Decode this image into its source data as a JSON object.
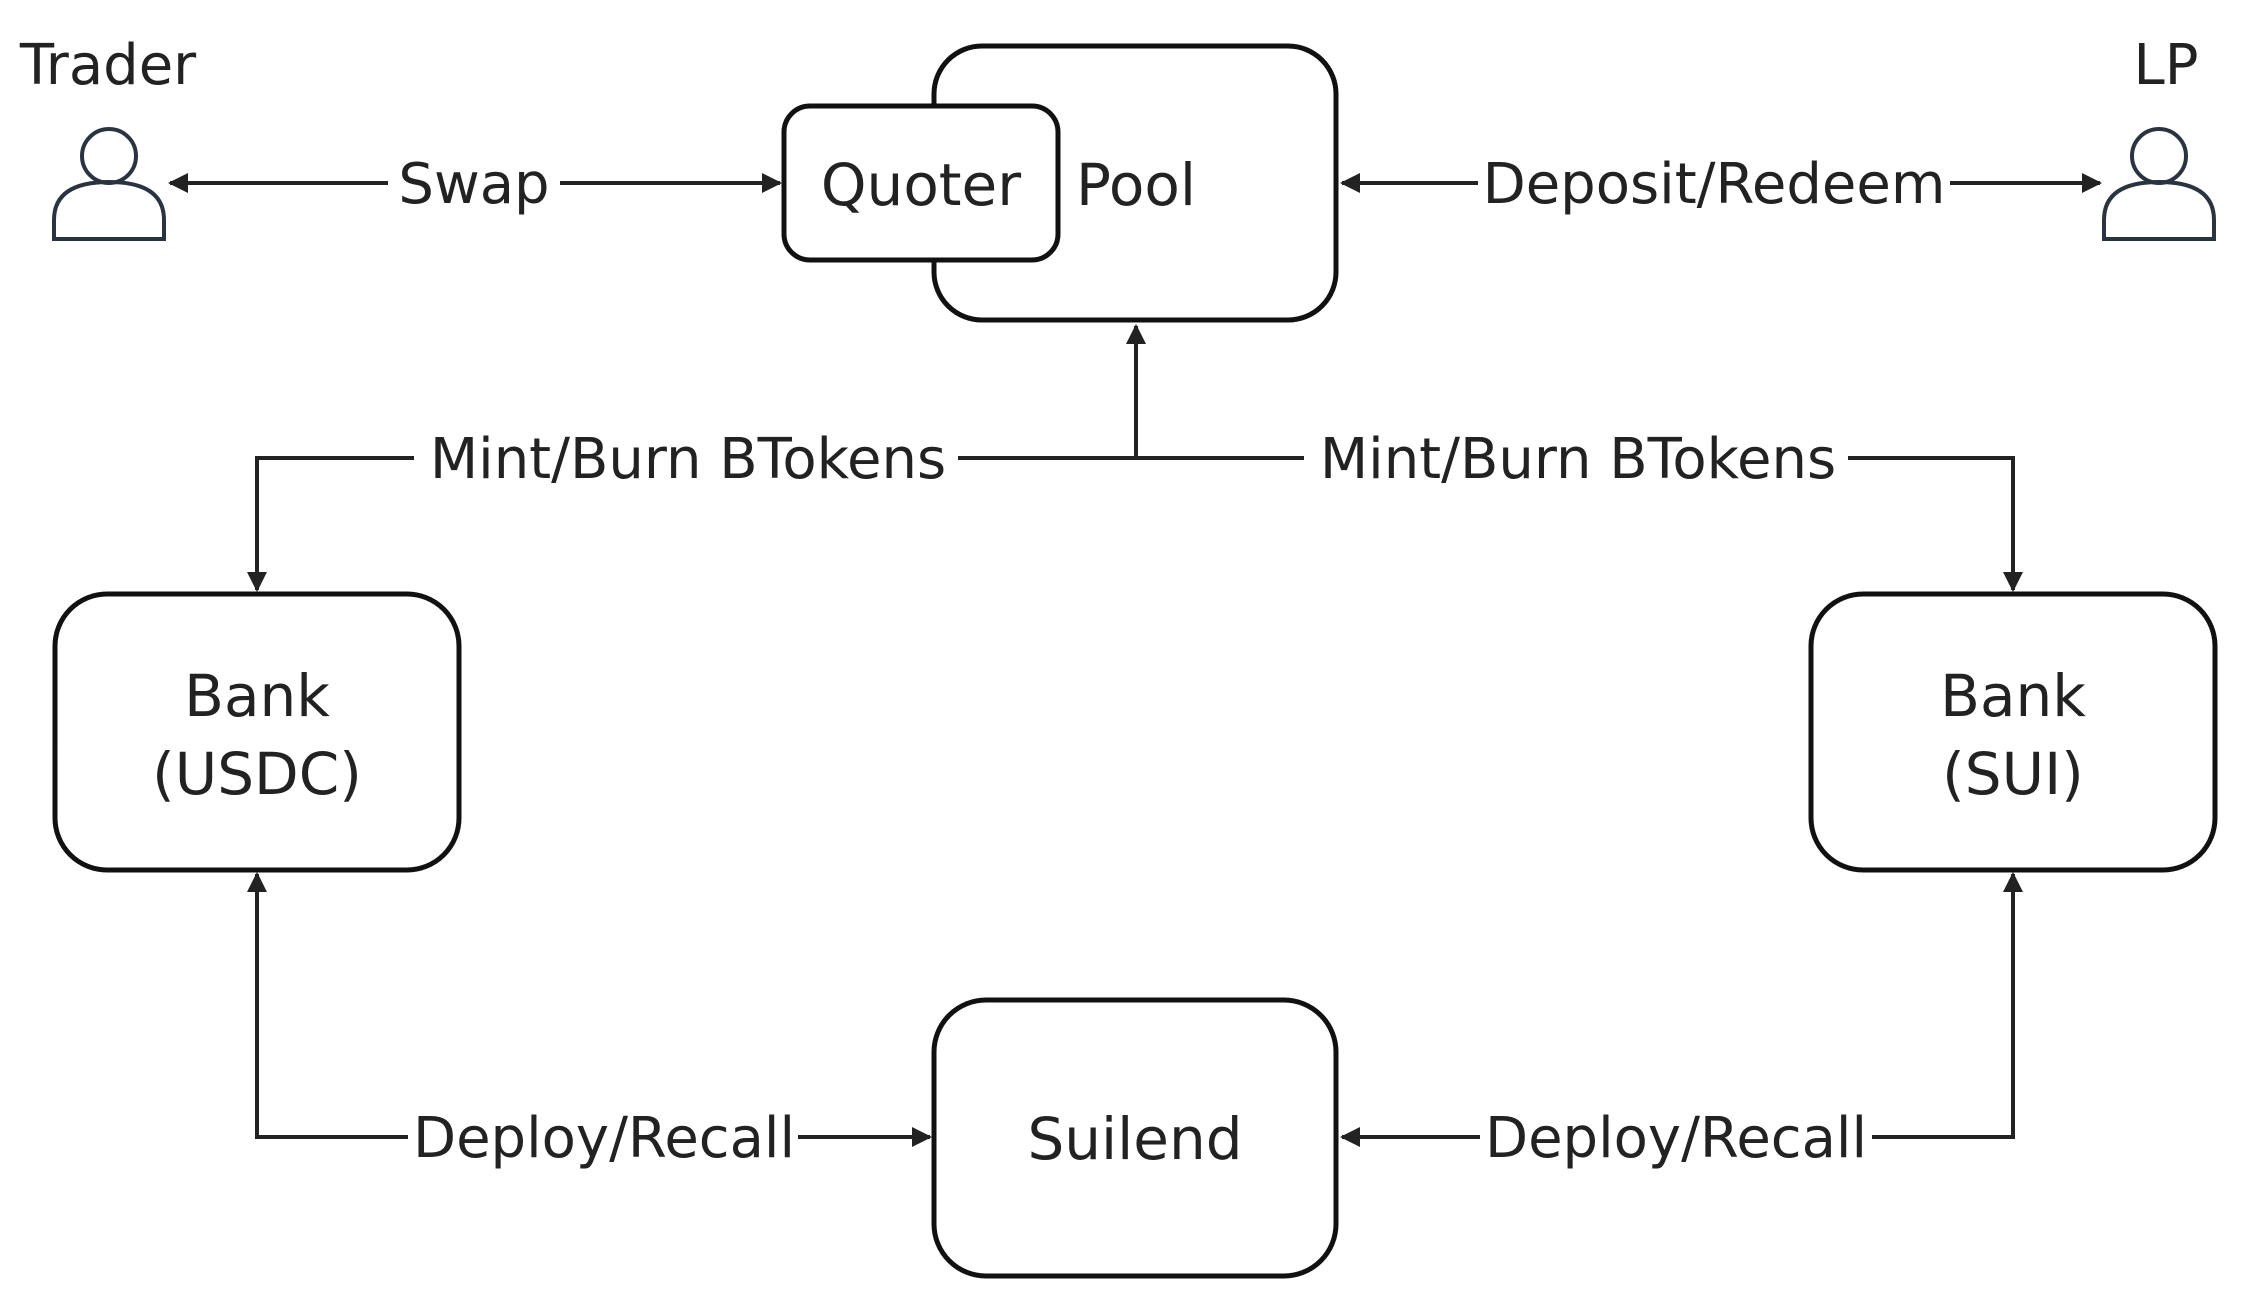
{
  "actors": {
    "trader": {
      "label": "Trader",
      "icon": "person-icon"
    },
    "lp": {
      "label": "LP",
      "icon": "person-icon"
    }
  },
  "nodes": {
    "pool": {
      "label": "Pool"
    },
    "quoter": {
      "label": "Quoter"
    },
    "bank_usdc": {
      "line1": "Bank",
      "line2": "(USDC)"
    },
    "bank_sui": {
      "line1": "Bank",
      "line2": "(SUI)"
    },
    "suilend": {
      "label": "Suilend"
    }
  },
  "edges": {
    "swap": {
      "label": "Swap",
      "from": "Trader",
      "to": "Quoter",
      "direction": "bidirectional"
    },
    "deposit_redeem": {
      "label": "Deposit/Redeem",
      "from": "Pool",
      "to": "LP",
      "direction": "bidirectional"
    },
    "mint_burn_left": {
      "label": "Mint/Burn BTokens",
      "from": "Pool",
      "to": "Bank (USDC)"
    },
    "mint_burn_right": {
      "label": "Mint/Burn BTokens",
      "from": "Pool",
      "to": "Bank (SUI)"
    },
    "deploy_recall_left": {
      "label": "Deploy/Recall",
      "from": "Bank (USDC)",
      "to": "Suilend",
      "direction": "bidirectional"
    },
    "deploy_recall_right": {
      "label": "Deploy/Recall",
      "from": "Bank (SUI)",
      "to": "Suilend",
      "direction": "bidirectional"
    }
  },
  "colors": {
    "stroke": "#111111",
    "text": "#222222",
    "icon": "#2a3340",
    "background": "#ffffff"
  }
}
